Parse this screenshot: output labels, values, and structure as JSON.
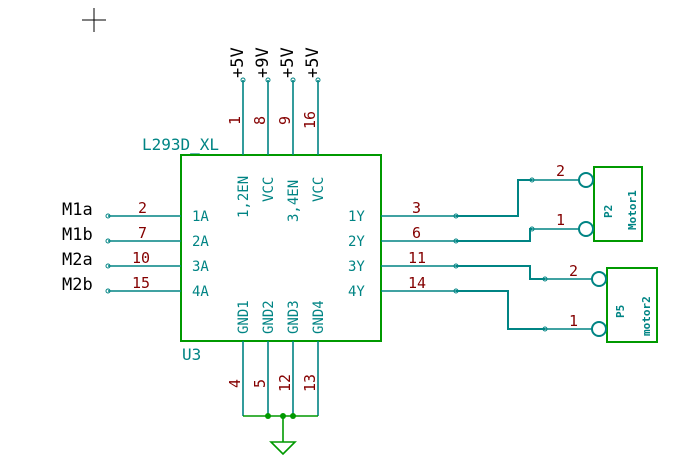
{
  "ic": {
    "ref": "U3",
    "value": "L293D_XL",
    "top_pins": [
      {
        "num": "1",
        "name": "1,2EN",
        "power": "+5V"
      },
      {
        "num": "8",
        "name": "VCC",
        "power": "+9V"
      },
      {
        "num": "9",
        "name": "3,4EN",
        "power": "+5V"
      },
      {
        "num": "16",
        "name": "VCC",
        "power": "+5V"
      }
    ],
    "left_pins": [
      {
        "num": "2",
        "name": "1A",
        "net": "M1a"
      },
      {
        "num": "7",
        "name": "2A",
        "net": "M1b"
      },
      {
        "num": "10",
        "name": "3A",
        "net": "M2a"
      },
      {
        "num": "15",
        "name": "4A",
        "net": "M2b"
      }
    ],
    "right_pins": [
      {
        "num": "3",
        "name": "1Y"
      },
      {
        "num": "6",
        "name": "2Y"
      },
      {
        "num": "11",
        "name": "3Y"
      },
      {
        "num": "14",
        "name": "4Y"
      }
    ],
    "bottom_pins": [
      {
        "num": "4",
        "name": "GND1"
      },
      {
        "num": "5",
        "name": "GND2"
      },
      {
        "num": "12",
        "name": "GND3"
      },
      {
        "num": "13",
        "name": "GND4"
      }
    ]
  },
  "connectors": [
    {
      "ref": "P2",
      "value": "Motor1",
      "pins": [
        "2",
        "1"
      ]
    },
    {
      "ref": "P5",
      "value": "motor2",
      "pins": [
        "2",
        "1"
      ]
    }
  ]
}
